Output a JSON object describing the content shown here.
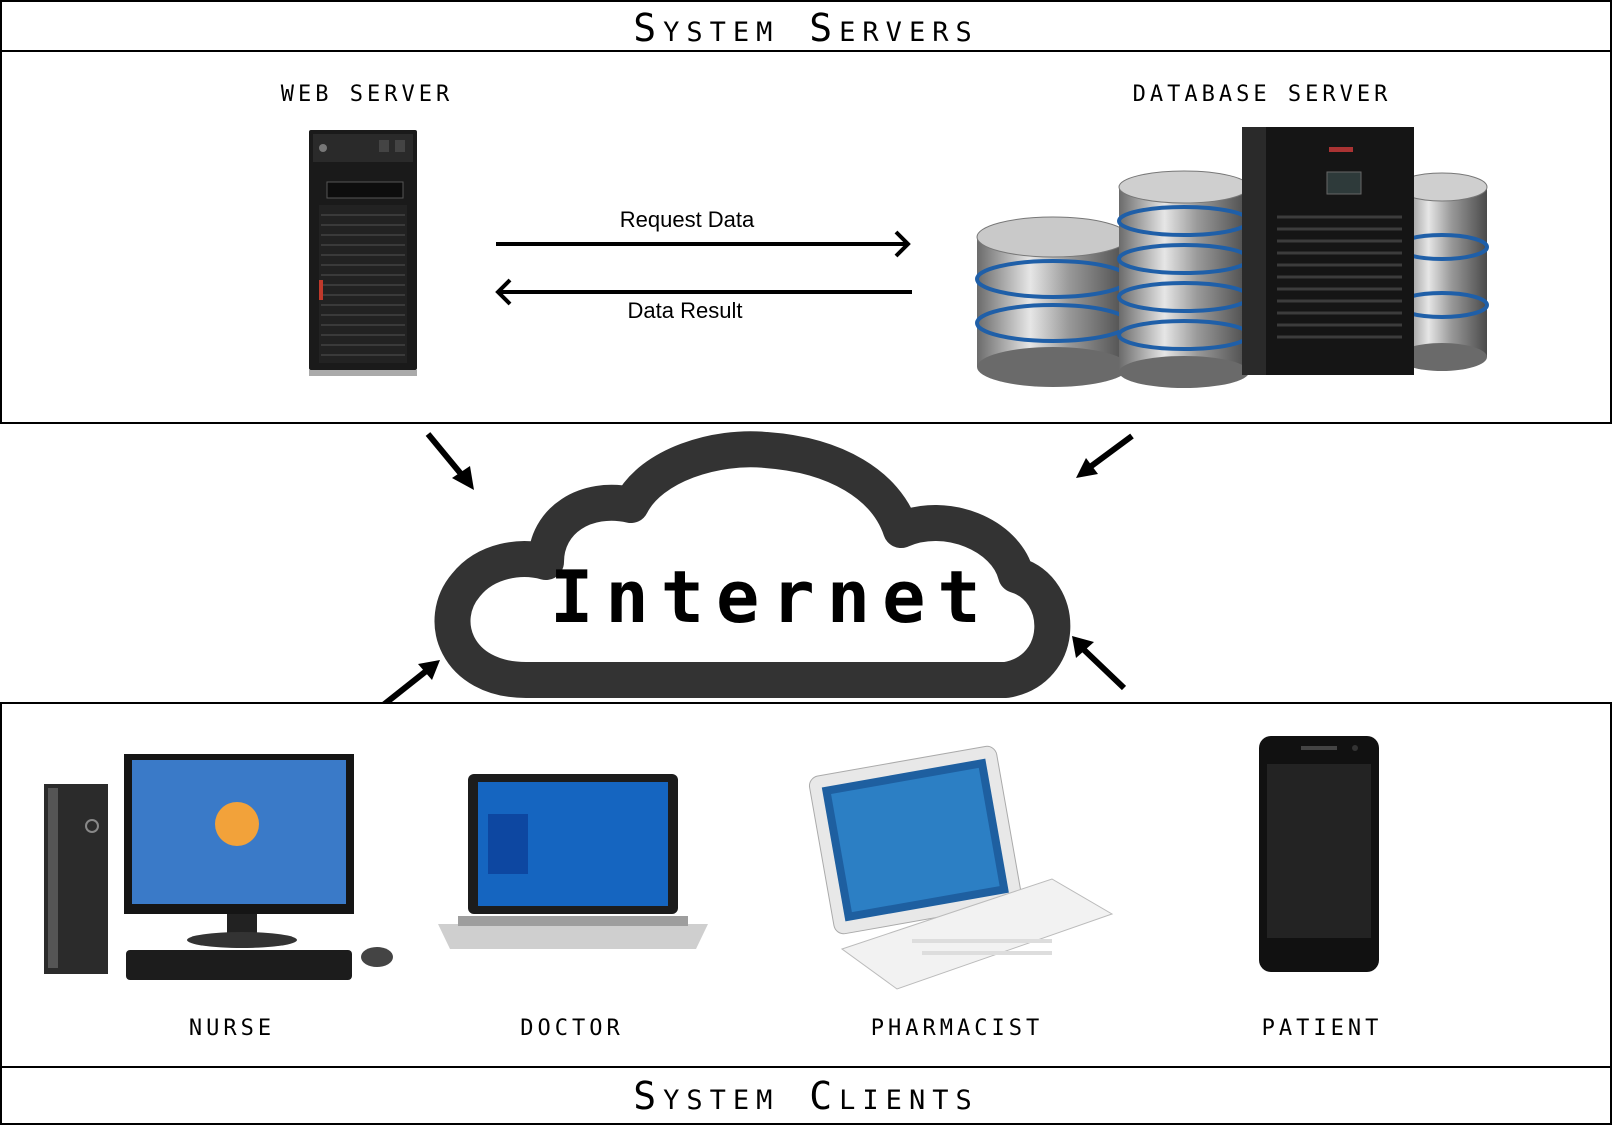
{
  "servers": {
    "title": "System Servers",
    "web_server_label": "WEB SERVER",
    "database_server_label": "DATABASE SERVER",
    "request_label": "Request Data",
    "result_label": "Data Result"
  },
  "internet": {
    "label": "Internet"
  },
  "clients": {
    "title": "System Clients",
    "items": [
      {
        "label": "NURSE",
        "icon": "desktop-computer-icon"
      },
      {
        "label": "DOCTOR",
        "icon": "laptop-icon"
      },
      {
        "label": "PHARMACIST",
        "icon": "tablet-keyboard-icon"
      },
      {
        "label": "PATIENT",
        "icon": "smartphone-icon"
      }
    ]
  },
  "colors": {
    "border": "#000000",
    "cloud": "#333333",
    "db_accent": "#1f5fa8"
  }
}
